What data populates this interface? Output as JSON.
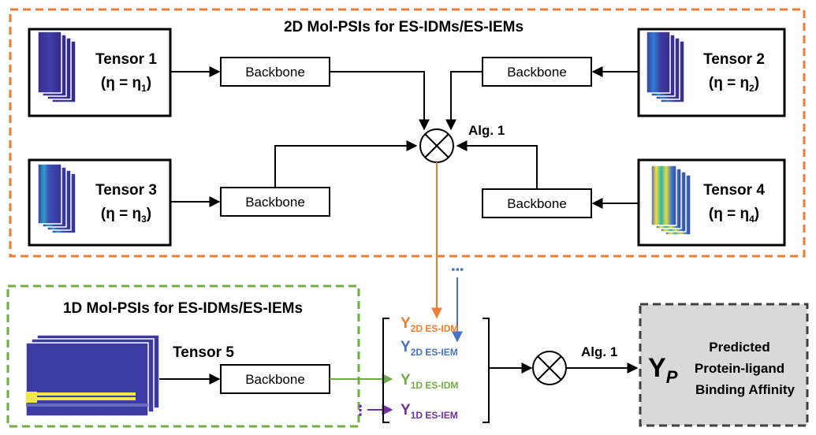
{
  "title_2d": "2D Mol-PSIs for ES-IDMs/ES-IEMs",
  "title_1d": "1D Mol-PSIs for ES-IDMs/ES-IEMs",
  "backbone_label": "Backbone",
  "alg_label": "Alg. 1",
  "tensors": [
    {
      "name": "Tensor 1",
      "eta": "(η = η",
      "sub": "1",
      "close": ")"
    },
    {
      "name": "Tensor 2",
      "eta": "(η = η",
      "sub": "2",
      "close": ")"
    },
    {
      "name": "Tensor 3",
      "eta": "(η = η",
      "sub": "3",
      "close": ")"
    },
    {
      "name": "Tensor 4",
      "eta": "(η = η",
      "sub": "4",
      "close": ")"
    },
    {
      "name": "Tensor 5"
    }
  ],
  "outputs": [
    {
      "base": "Y",
      "sub": "2D ES-IDM",
      "color": "#ed7d31"
    },
    {
      "base": "Y",
      "sub": "2D ES-IEM",
      "color": "#4472c4"
    },
    {
      "base": "Y",
      "sub": "1D ES-IDM",
      "color": "#70ad47"
    },
    {
      "base": "Y",
      "sub": "1D ES-IEM",
      "color": "#7030a0"
    }
  ],
  "ellipsis": "⋮",
  "result": {
    "symbol": "Y",
    "sub": "P",
    "lines": [
      "Predicted",
      "Protein-ligand",
      "Binding Affinity"
    ]
  },
  "colors": {
    "orange": "#ed7d31",
    "green": "#70ad47",
    "blue": "#4472c4",
    "purple": "#7030a0",
    "result_bg": "#d9d9d9"
  }
}
